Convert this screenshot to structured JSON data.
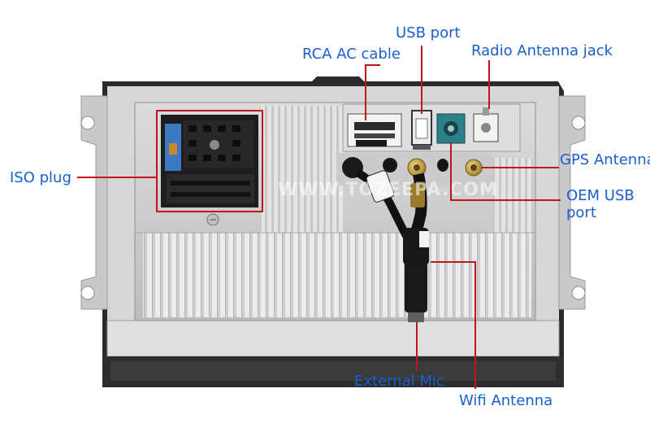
{
  "watermark": "WWW.TOZEEPA.COM",
  "callouts": {
    "usb_port": "USB port",
    "rca_ac_cable": "RCA AC cable",
    "radio_antenna_jack": "Radio Antenna jack",
    "iso_plug": "ISO plug",
    "gps_antenna": "GPS Antenna",
    "oem_usb_port_line1": "OEM USB",
    "oem_usb_port_line2": "port",
    "external_mic": "External Mic",
    "wifi_antenna": "Wifi Antenna"
  },
  "colors": {
    "label": "#1a5fd0",
    "leader": "#c0141c",
    "frame": "#2a2a2a",
    "bracket": "#c9c9c9",
    "housing": "#d2d2d2",
    "fins": "#e6e6e6",
    "connector": "#1d1d1d"
  }
}
